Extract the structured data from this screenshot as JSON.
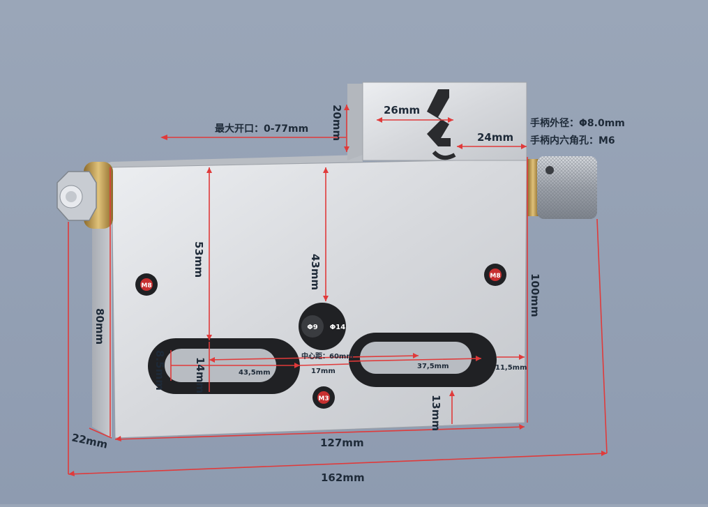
{
  "labels": {
    "max_opening": "最大开口：0-77mm",
    "handle_od": "手柄外径：Φ8.0mm",
    "handle_hex": "手柄内六角孔：M6",
    "center_distance": "中心距：60mm",
    "phi9": "Φ9",
    "phi14": "Φ14",
    "m8": "M8",
    "m3": "M3"
  },
  "dimensions": {
    "d_26": "26mm",
    "d_20": "20mm",
    "d_24": "24mm",
    "d_53": "53mm",
    "d_43": "43mm",
    "d_100": "100mm",
    "d_80": "80mm",
    "d_8_5": "8.5mm",
    "d_14": "14mm",
    "d_43_5": "43,5mm",
    "d_17": "17mm",
    "d_37_5": "37,5mm",
    "d_11_5": "11,5mm",
    "d_13": "13mm",
    "d_22": "22mm",
    "d_127": "127mm",
    "d_162": "162mm"
  },
  "colors": {
    "background": "#95a2b5",
    "dimension_line": "#e03a3a",
    "body_steel": "#d9dbe0",
    "slot_black": "#202124",
    "knurl_steel": "#b8bcc4",
    "brass": "#c9a55a"
  }
}
